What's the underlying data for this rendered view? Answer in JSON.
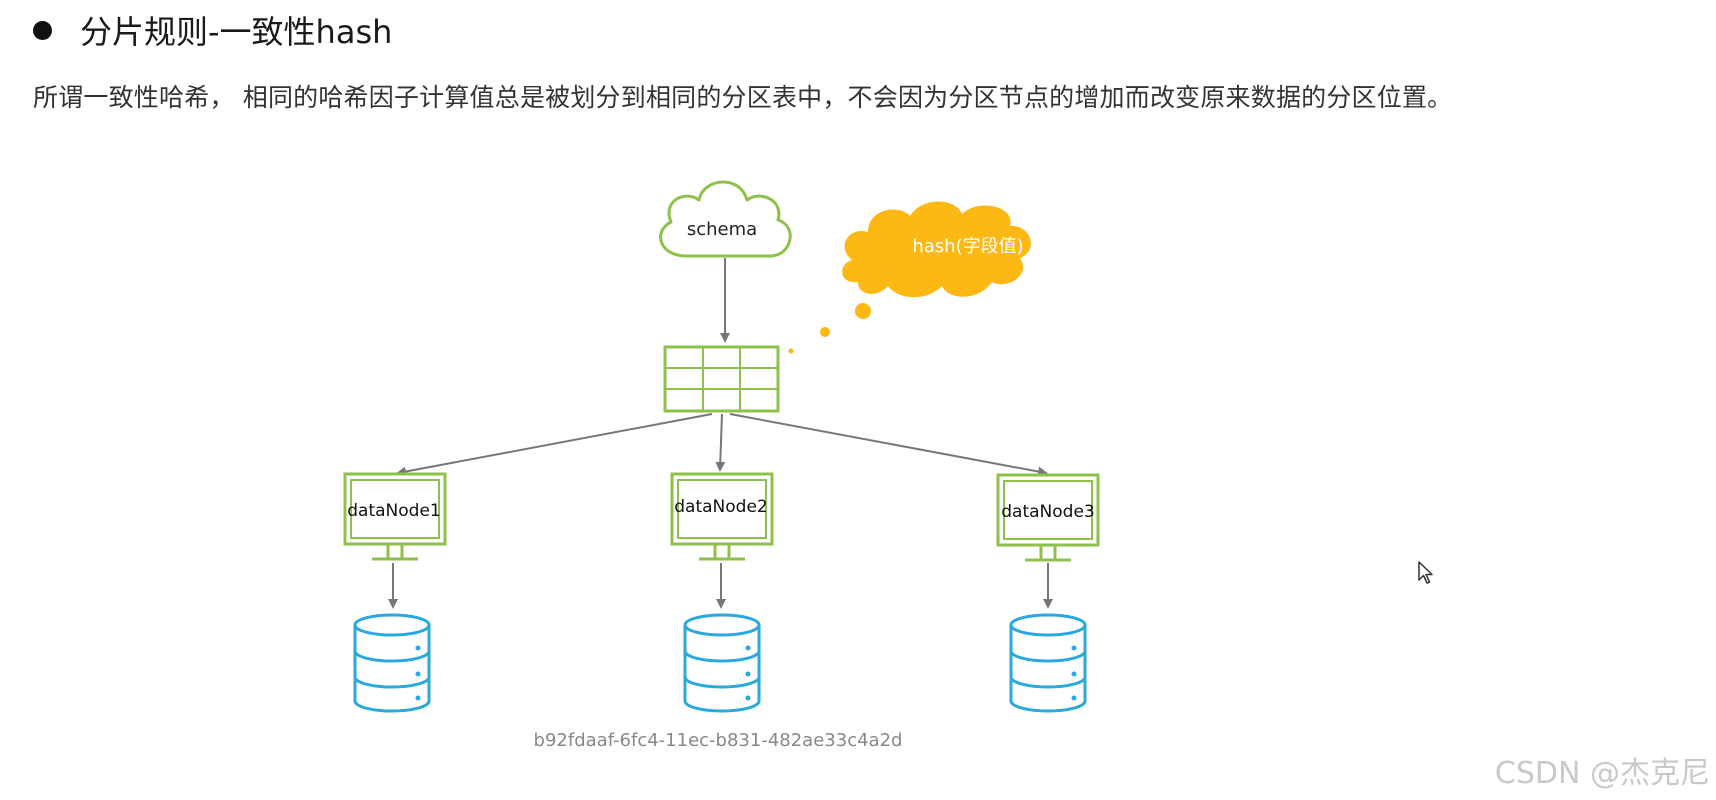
{
  "heading": {
    "text": "分片规则-一致性hash"
  },
  "description": "所谓一致性哈希， 相同的哈希因子计算值总是被划分到相同的分区表中，不会因为分区节点的增加而改变原来数据的分区位置。",
  "diagram": {
    "schema_label": "schema",
    "hash_label": "hash(字段值)",
    "nodes": [
      {
        "label": "dataNode1"
      },
      {
        "label": "dataNode2"
      },
      {
        "label": "dataNode3"
      }
    ],
    "uuid_text": "b92fdaaf-6fc4-11ec-b831-482ae33c4a2d"
  },
  "watermark": "CSDN @杰克尼",
  "colors": {
    "green": "#8DC149",
    "blue": "#29A9E0",
    "yellow": "#FDB813",
    "arrow": "#777777"
  }
}
